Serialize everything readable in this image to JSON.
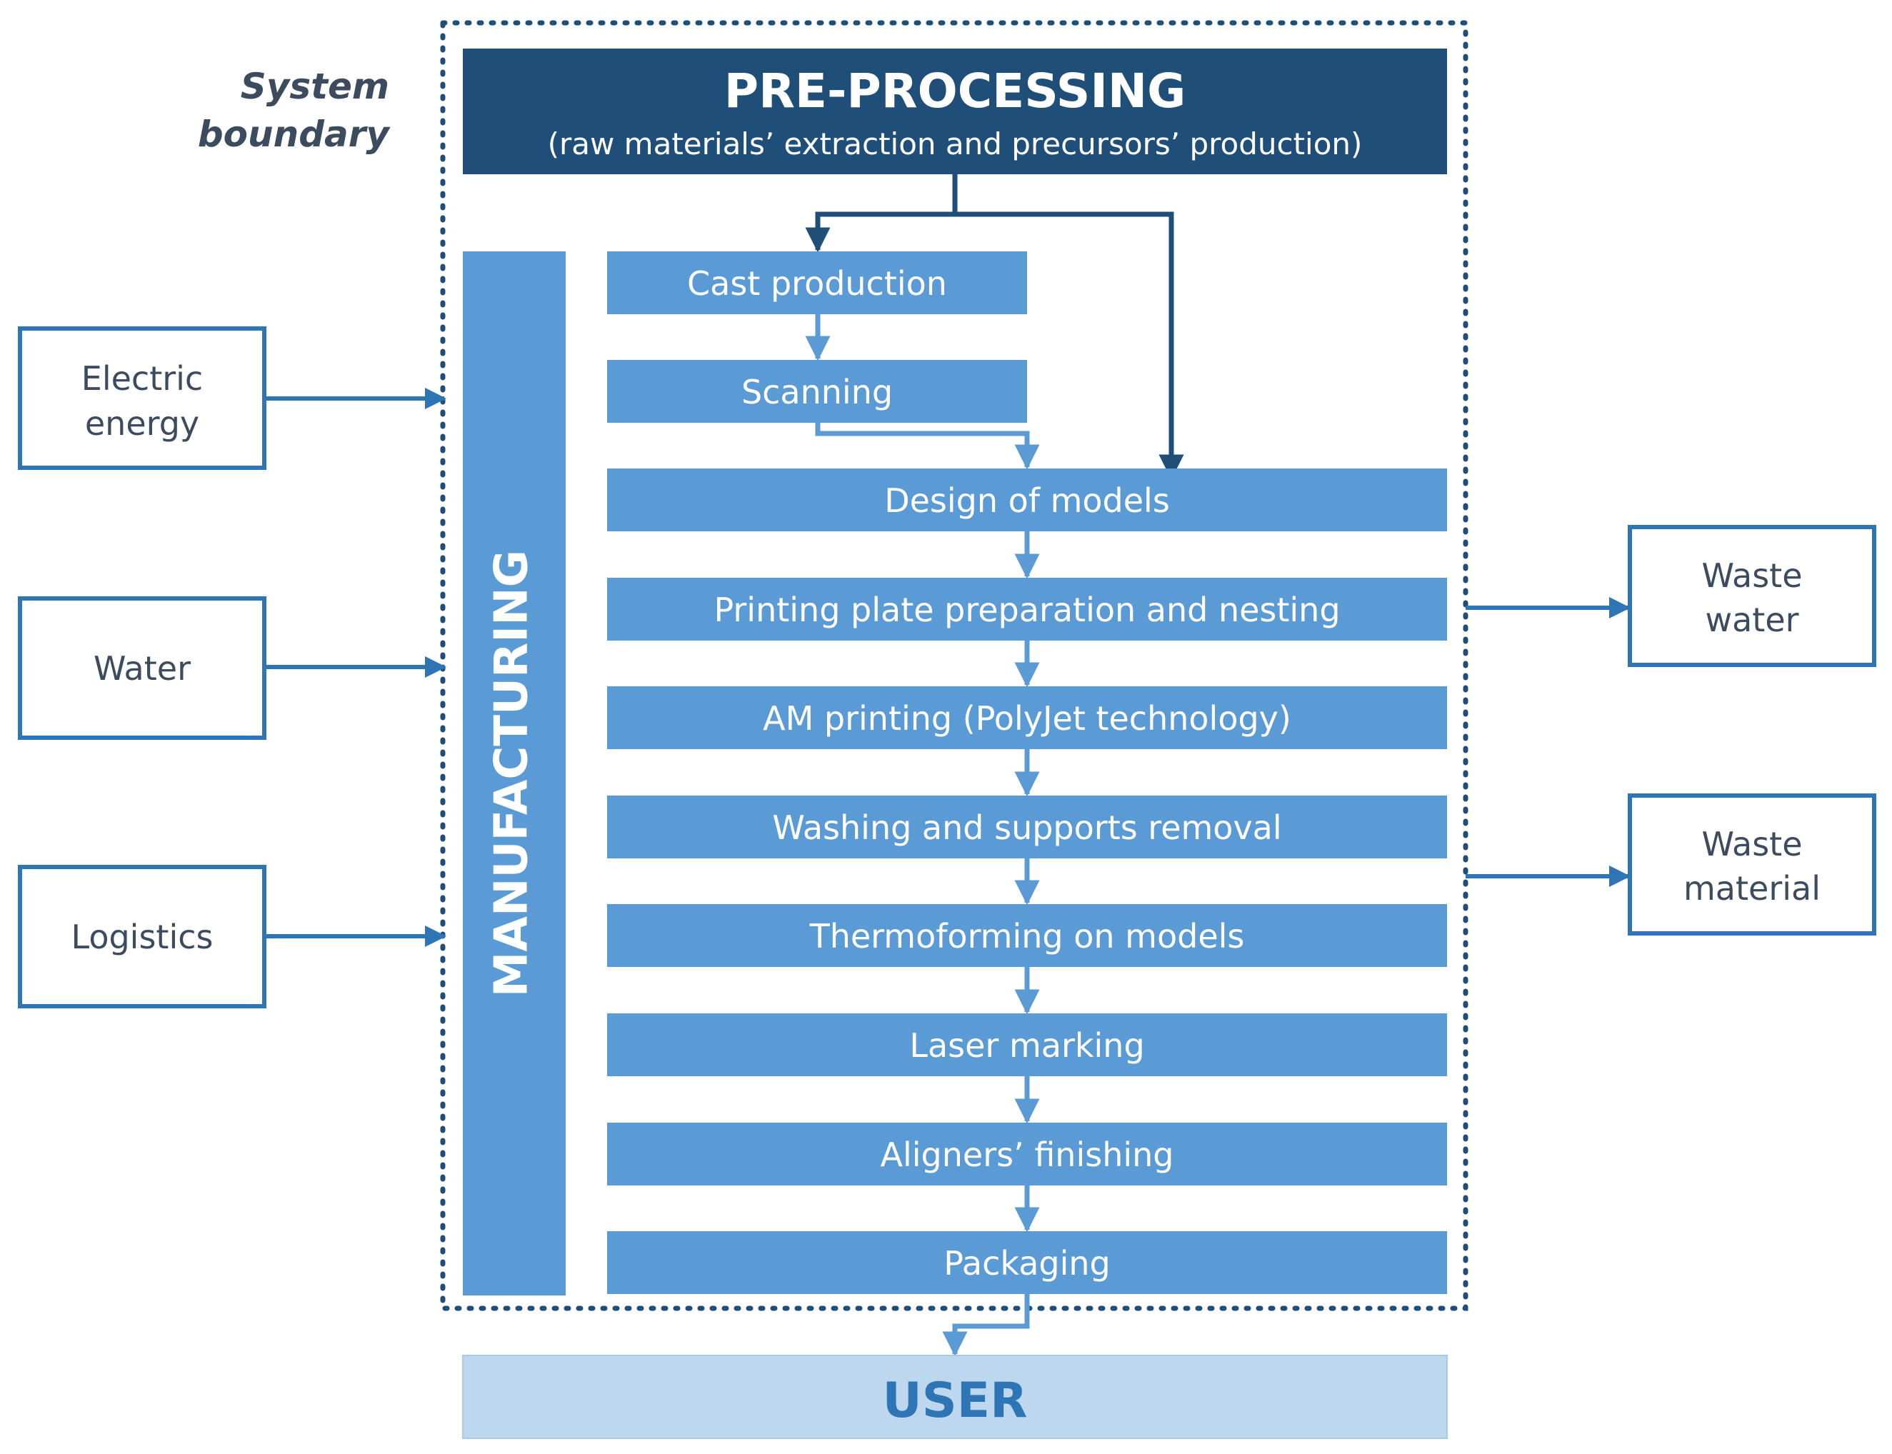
{
  "system_boundary": {
    "line1": "System",
    "line2": "boundary"
  },
  "pre_processing": {
    "title": "PRE-PROCESSING",
    "subtitle": "(raw materials’ extraction and precursors’ production)"
  },
  "manufacturing": {
    "label": "MANUFACTURING"
  },
  "steps": [
    "Cast production",
    "Scanning",
    "Design of models",
    "Printing plate preparation and nesting",
    "AM printing (PolyJet technology)",
    "Washing and supports removal",
    "Thermoforming on models",
    "Laser marking",
    "Aligners’ finishing",
    "Packaging"
  ],
  "inputs": [
    {
      "line1": "Electric",
      "line2": "energy"
    },
    {
      "line1": "Water",
      "line2": ""
    },
    {
      "line1": "Logistics",
      "line2": ""
    }
  ],
  "outputs": [
    {
      "line1": "Waste",
      "line2": "water"
    },
    {
      "line1": "Waste",
      "line2": "material"
    }
  ],
  "user": {
    "label": "USER"
  },
  "colors": {
    "dark_blue": "#1f4e79",
    "mid_blue": "#5b9bd5",
    "light_blue": "#bdd7ee",
    "outline_blue": "#2e75b6",
    "text_dark": "#3c4b5e",
    "user_text": "#2e75b6"
  }
}
